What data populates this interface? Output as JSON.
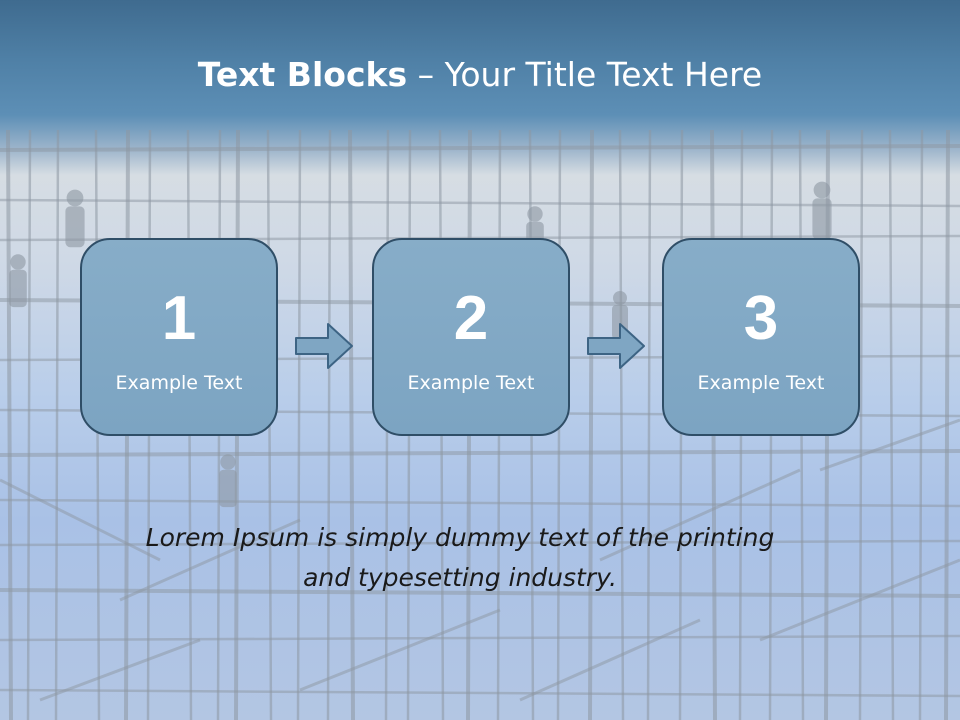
{
  "slide": {
    "title_bold": "Text Blocks",
    "title_dash": "–",
    "title_rest": "Your Title Text Here",
    "blocks": [
      {
        "number": "1",
        "label": "Example Text"
      },
      {
        "number": "2",
        "label": "Example Text"
      },
      {
        "number": "3",
        "label": "Example Text"
      }
    ],
    "body_text_line1": "Lorem Ipsum is simply dummy text of the printing",
    "body_text_line2": "and typesetting industry."
  },
  "colors": {
    "header_blue": "#4f80a6",
    "block_fill": "#84aac6",
    "block_border": "#2f4e67",
    "arrow_fill": "#7fa6c3",
    "scaffold_gray": "#8e98a3"
  },
  "background": {
    "photo_subject": "scaffolding silhouette with workers"
  }
}
